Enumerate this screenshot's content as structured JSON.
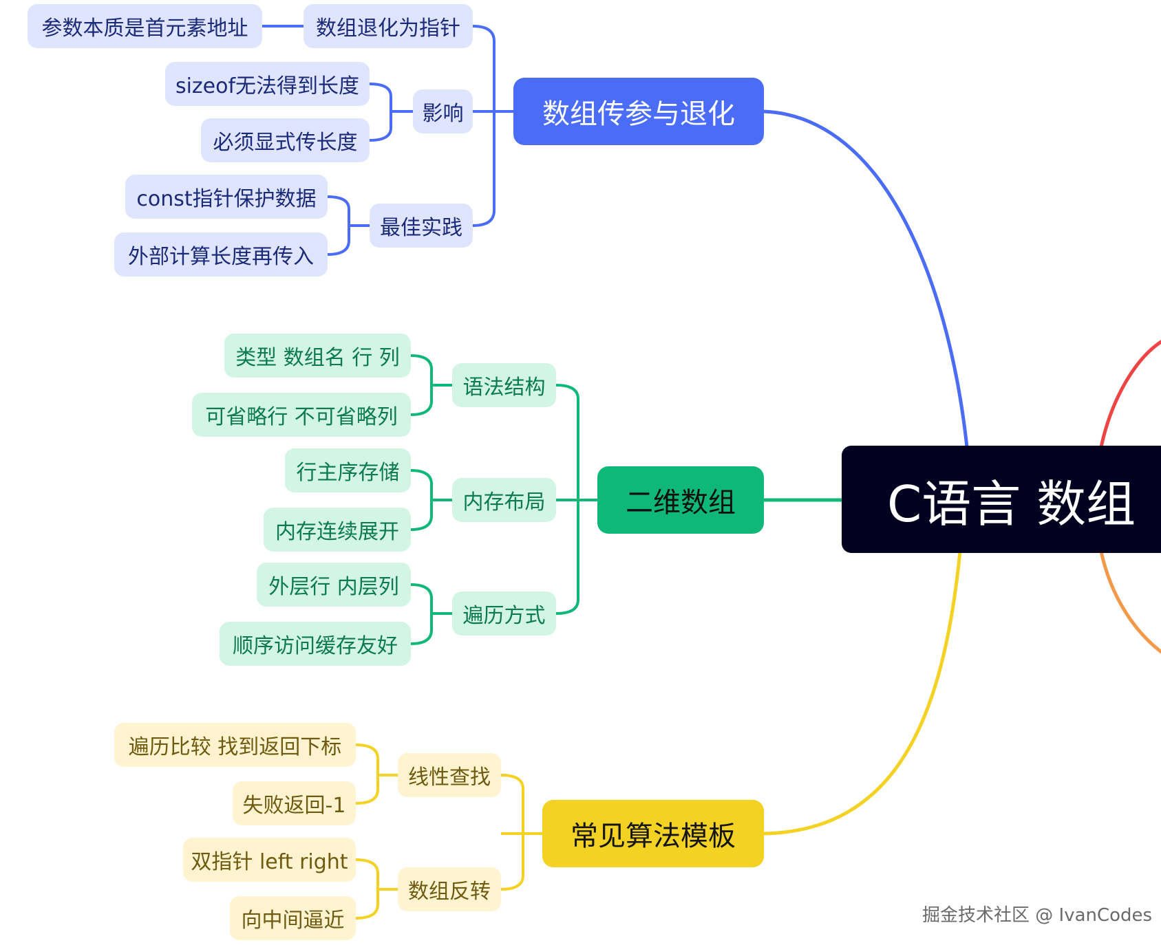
{
  "root": "C语言 数组",
  "branches": [
    {
      "label": "数组传参与退化",
      "color": "#4a6cf7",
      "children": [
        {
          "label": "数组退化为指针",
          "children": [
            "参数本质是首元素地址"
          ]
        },
        {
          "label": "影响",
          "children": [
            "sizeof无法得到长度",
            "必须显式传长度"
          ]
        },
        {
          "label": "最佳实践",
          "children": [
            "const指针保护数据",
            "外部计算长度再传入"
          ]
        }
      ]
    },
    {
      "label": "二维数组",
      "color": "#0fb879",
      "children": [
        {
          "label": "语法结构",
          "children": [
            "类型 数组名 行 列",
            "可省略行 不可省略列"
          ]
        },
        {
          "label": "内存布局",
          "children": [
            "行主序存储",
            "内存连续展开"
          ]
        },
        {
          "label": "遍历方式",
          "children": [
            "外层行 内层列",
            "顺序访问缓存友好"
          ]
        }
      ]
    },
    {
      "label": "常见算法模板",
      "color": "#f3d224",
      "children": [
        {
          "label": "线性查找",
          "children": [
            "遍历比较 找到返回下标",
            "失败返回-1"
          ]
        },
        {
          "label": "数组反转",
          "children": [
            "双指针 left right",
            "向中间逼近"
          ]
        }
      ]
    }
  ],
  "offscreen_branch_colors": [
    "#ef4444",
    "#f2994a"
  ],
  "watermark": "掘金技术社区 @ IvanCodes"
}
